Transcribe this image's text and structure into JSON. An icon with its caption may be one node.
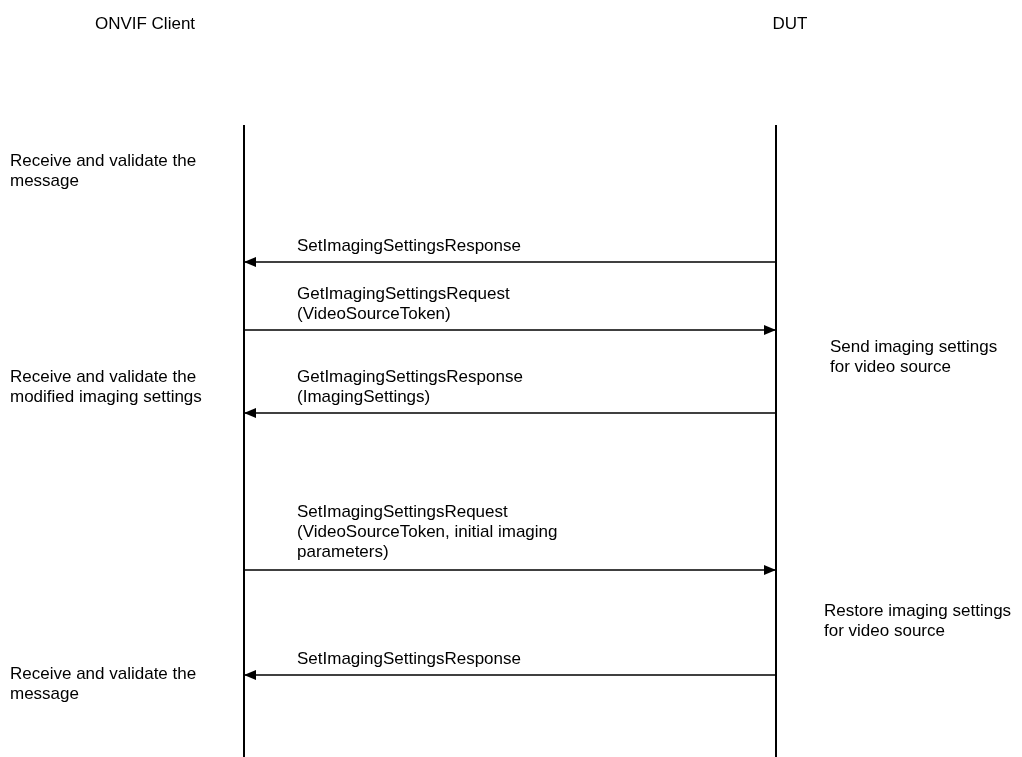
{
  "diagram": {
    "nodes": [
      {
        "text": [],
        "shape": "bar"
      },
      {
        "text": [],
        "shape": "bar"
      }
    ],
    "edges": [
      {
        "from": 1,
        "to": 0,
        "arrow": "to",
        "label": "SetImagingSettingsResponse"
      },
      {
        "from": 0,
        "to": 1,
        "arrow": "to",
        "label": "GetImagingSettingsRequest (VideoSourceToken)"
      },
      {
        "from": 1,
        "to": 0,
        "arrow": "to",
        "label": "GetImagingSettingsResponse (ImagingSettings)"
      },
      {
        "from": 0,
        "to": 1,
        "arrow": "to",
        "label": "SetImagingSettingsRequest (VideoSourceToken, initial imaging parameters)"
      },
      {
        "from": 1,
        "to": 0,
        "arrow": "to",
        "label": "SetImagingSettingsResponse"
      }
    ],
    "labels": [
      "ONVIF Client",
      "DUT",
      "Receive and validate the message",
      "Send imaging settings for video source",
      "Receive and validate the modified imaging settings",
      "Restore imaging settings for video source",
      "Receive and validate the message"
    ]
  }
}
